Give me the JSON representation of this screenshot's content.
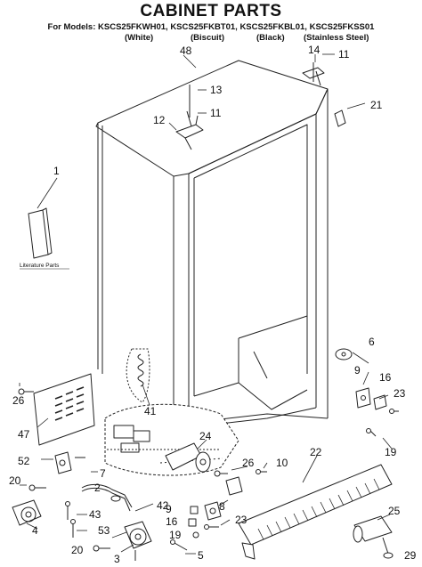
{
  "header": {
    "title": "CABINET PARTS",
    "models": "For Models: KSCS25FKWH01, KSCS25FKBT01, KSCS25FKBL01, KSCS25FKSS01",
    "colors": [
      "(White)",
      "(Biscuit)",
      "(Black)",
      "(Stainless Steel)"
    ]
  },
  "literature_label": "Literature Parts",
  "callouts": {
    "c1": "1",
    "c2": "2",
    "c3": "3",
    "c4": "4",
    "c5": "5",
    "c6": "6",
    "c7": "7",
    "c8": "8",
    "c9a": "9",
    "c9b": "9",
    "c10": "10",
    "c11a": "11",
    "c11b": "11",
    "c12": "12",
    "c13": "13",
    "c14": "14",
    "c16a": "16",
    "c16b": "16",
    "c19a": "19",
    "c19b": "19",
    "c20a": "20",
    "c20b": "20",
    "c21": "21",
    "c22": "22",
    "c23a": "23",
    "c23b": "23",
    "c24": "24",
    "c25": "25",
    "c26a": "26",
    "c26b": "26",
    "c29": "29",
    "c41": "41",
    "c42": "42",
    "c43": "43",
    "c47": "47",
    "c48": "48",
    "c52": "52",
    "c53": "53"
  }
}
